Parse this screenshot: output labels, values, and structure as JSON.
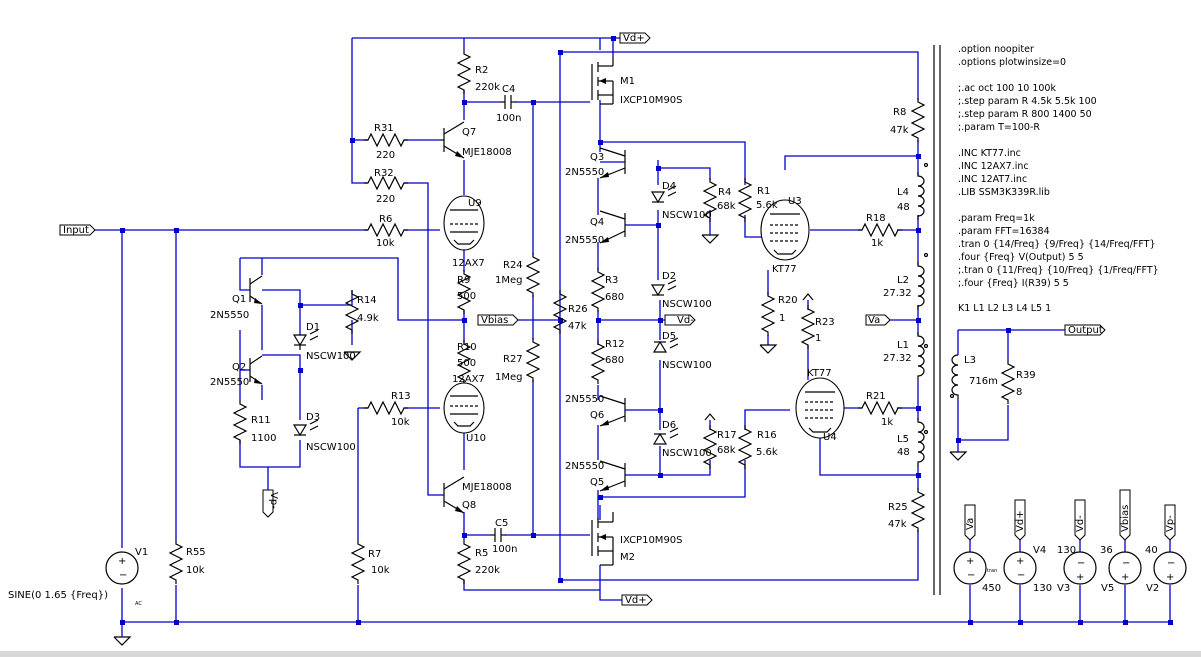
{
  "schematic": {
    "components": {
      "R2": {
        "name": "R2",
        "value": "220k"
      },
      "R31": {
        "name": "R31",
        "value": "220"
      },
      "R32": {
        "name": "R32",
        "value": "220"
      },
      "R6": {
        "name": "R6",
        "value": "10k"
      },
      "R9": {
        "name": "R9",
        "value": "500"
      },
      "R10": {
        "name": "R10",
        "value": "500"
      },
      "R13": {
        "name": "R13",
        "value": "10k"
      },
      "R14": {
        "name": "R14",
        "value": "4.9k"
      },
      "R11": {
        "name": "R11",
        "value": "1100"
      },
      "R55": {
        "name": "R55",
        "value": "10k"
      },
      "R7": {
        "name": "R7",
        "value": "10k"
      },
      "R5": {
        "name": "R5",
        "value": "220k"
      },
      "R24": {
        "name": "R24",
        "value": "1Meg"
      },
      "R27": {
        "name": "R27",
        "value": "1Meg"
      },
      "R26": {
        "name": "R26",
        "value": "47k"
      },
      "R3": {
        "name": "R3",
        "value": "680"
      },
      "R12": {
        "name": "R12",
        "value": "680"
      },
      "R4": {
        "name": "R4",
        "value": "68k"
      },
      "R1": {
        "name": "R1",
        "value": "5.6k"
      },
      "R17": {
        "name": "R17",
        "value": "68k"
      },
      "R16": {
        "name": "R16",
        "value": "5.6k"
      },
      "R18": {
        "name": "R18",
        "value": "1k"
      },
      "R20": {
        "name": "R20",
        "value": "1"
      },
      "R23": {
        "name": "R23",
        "value": "1"
      },
      "R21": {
        "name": "R21",
        "value": "1k"
      },
      "R8": {
        "name": "R8",
        "value": "47k"
      },
      "R25": {
        "name": "R25",
        "value": "47k"
      },
      "R39": {
        "name": "R39",
        "value": "8"
      },
      "C4": {
        "name": "C4",
        "value": "100n"
      },
      "C5": {
        "name": "C5",
        "value": "100n"
      },
      "L4": {
        "name": "L4",
        "value": "48"
      },
      "L2": {
        "name": "L2",
        "value": "27.32"
      },
      "L1": {
        "name": "L1",
        "value": "27.32"
      },
      "L5": {
        "name": "L5",
        "value": "48"
      },
      "L3": {
        "name": "L3",
        "value": "716m"
      },
      "Q1": {
        "name": "Q1",
        "value": "2N5550"
      },
      "Q2": {
        "name": "Q2",
        "value": "2N5550"
      },
      "Q3": {
        "name": "Q3",
        "value": "2N5550"
      },
      "Q4": {
        "name": "Q4",
        "value": "2N5550"
      },
      "Q5": {
        "name": "Q5",
        "value": "2N5550"
      },
      "Q6": {
        "name": "Q6",
        "value": "2N5550"
      },
      "Q7": {
        "name": "Q7",
        "value": "MJE18008"
      },
      "Q8": {
        "name": "Q8",
        "value": "MJE18008"
      },
      "M1": {
        "name": "M1",
        "value": "IXCP10M90S"
      },
      "M2": {
        "name": "M2",
        "value": "IXCP10M90S"
      },
      "U9": {
        "name": "U9",
        "value": "12AX7"
      },
      "U10": {
        "name": "U10",
        "value": "12AX7"
      },
      "U3": {
        "name": "U3",
        "value": "KT77"
      },
      "U4": {
        "name": "U4",
        "value": "KT77"
      },
      "D1": {
        "name": "D1",
        "value": "NSCW100"
      },
      "D2": {
        "name": "D2",
        "value": "NSCW100"
      },
      "D3": {
        "name": "D3",
        "value": "NSCW100"
      },
      "D4": {
        "name": "D4",
        "value": "NSCW100"
      },
      "D5": {
        "name": "D5",
        "value": "NSCW100"
      },
      "D6": {
        "name": "D6",
        "value": "NSCW100"
      },
      "V1": {
        "name": "V1",
        "value": "SINE(0 1.65 {Freq})",
        "extra": "AC"
      },
      "Va_src": {
        "name": "",
        "value": "450",
        "extra": "tran"
      },
      "V4": {
        "name": "V4",
        "value": "130"
      },
      "V3": {
        "name": "V3",
        "value": "130"
      },
      "V5": {
        "name": "V5",
        "value": "36"
      },
      "V2": {
        "name": "V2",
        "value": "40"
      }
    },
    "net_labels": {
      "vd_plus_top": "Vd+",
      "vd_plus_bot": "Vd+",
      "input": "Input",
      "output": "Output",
      "vbias": "Vbias",
      "vd_minus": "Vd-",
      "va": "Va",
      "vp_minus": "Vp-",
      "src_va": "Va",
      "src_vdp": "Vd+",
      "src_vdm": "Vd-",
      "src_vbias": "Vbias",
      "src_vpm": "Vp-"
    },
    "coupling": "K1 L1 L2 L3 L4 L5 1",
    "directives": [
      ".option noopiter",
      ".options plotwinsize=0",
      "",
      ";.ac oct 100 10 100k",
      ";.step param R 4.5k 5.5k 100",
      ";.step param R 800 1400 50",
      ";.param T=100-R",
      "",
      ".INC KT77.inc",
      ".INC 12AX7.inc",
      ".INC 12AT7.inc",
      ".LIB SSM3K339R.lib",
      "",
      ".param Freq=1k",
      ".param FFT=16384",
      ".tran 0 {14/Freq} {9/Freq} {14/Freq/FFT}",
      ".four {Freq} V(Output) 5 5",
      ";.tran 0 {11/Freq} {10/Freq} {1/Freq/FFT}",
      ";.four {Freq} I(R39) 5 5"
    ]
  }
}
